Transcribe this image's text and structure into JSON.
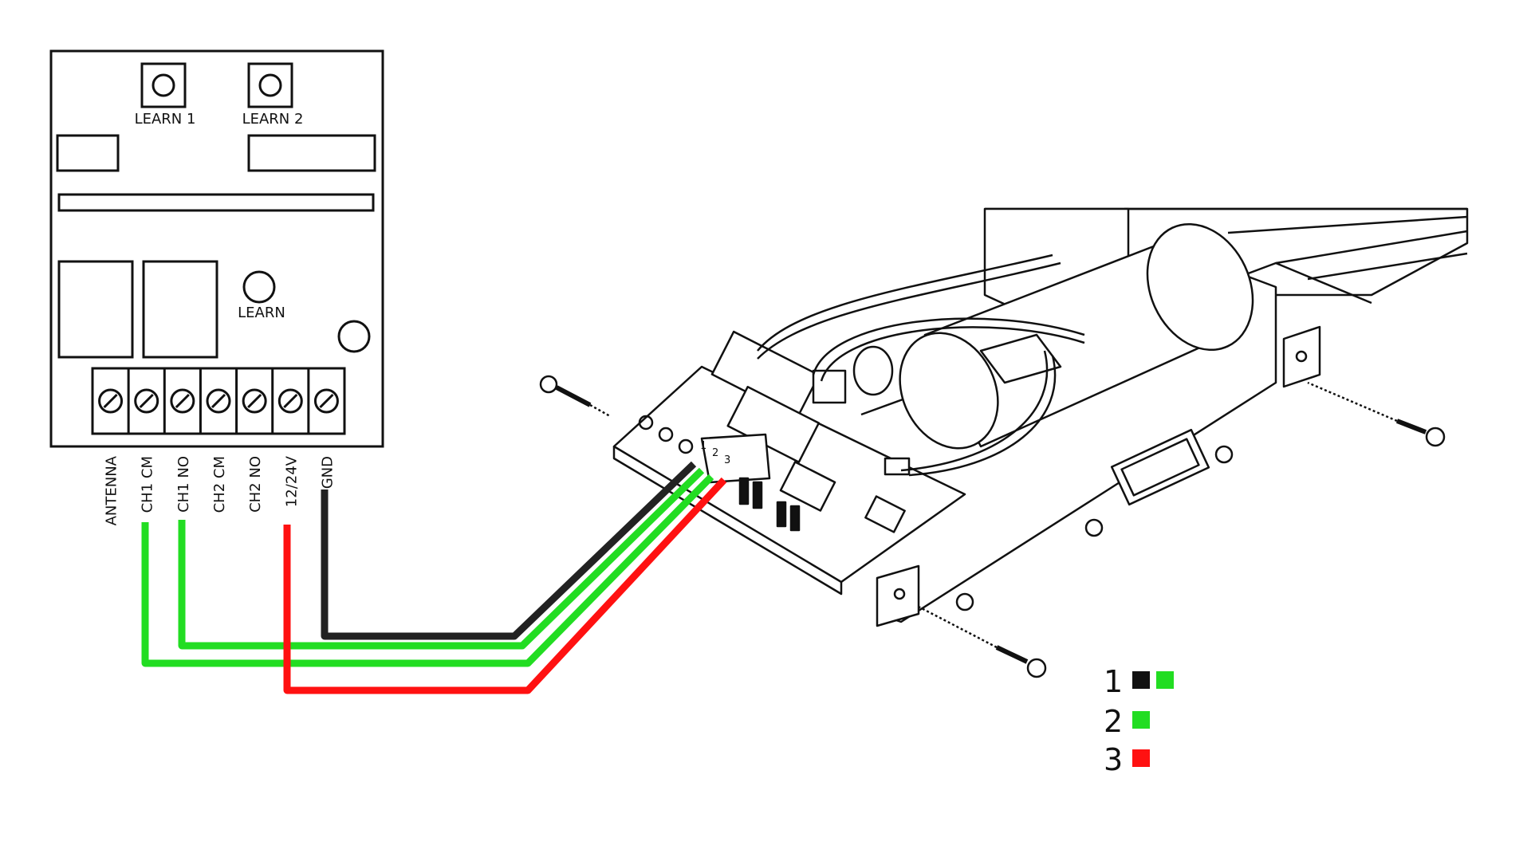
{
  "receiver": {
    "buttons": [
      {
        "label": "LEARN 1"
      },
      {
        "label": "LEARN 2"
      },
      {
        "label": "LEARN"
      }
    ],
    "terminals": [
      "ANTENNA",
      "CH1 CM",
      "CH1 NO",
      "CH2 CM",
      "CH2 NO",
      "12/24V",
      "GND"
    ]
  },
  "motor_board": {
    "terminal_numbers": [
      "1",
      "2",
      "3"
    ]
  },
  "wires": [
    {
      "from": "CH1 CM",
      "to": "2",
      "color": "#22dd22"
    },
    {
      "from": "CH1 NO",
      "to": "1",
      "color": "#22dd22"
    },
    {
      "from": "12/24V",
      "to": "3",
      "color": "#ff1111"
    },
    {
      "from": "GND",
      "to": "1",
      "color": "#222222"
    }
  ],
  "legend": [
    {
      "number": "1",
      "colors": [
        "#111111",
        "#22dd22"
      ]
    },
    {
      "number": "2",
      "colors": [
        "#22dd22"
      ]
    },
    {
      "number": "3",
      "colors": [
        "#ff1111"
      ]
    }
  ]
}
